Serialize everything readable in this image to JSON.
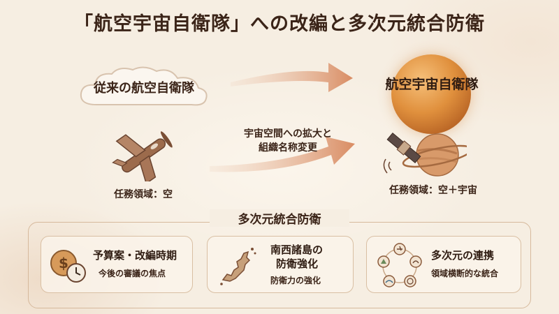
{
  "title": "「航空宇宙自衛隊」への改編と多次元統合防衛",
  "old": {
    "label": "従来の航空自衛隊",
    "domain": "任務領域：空"
  },
  "new": {
    "label": "航空宇宙自衛隊",
    "domain": "任務領域：空＋宇宙"
  },
  "transition": {
    "line1": "宇宙空間への拡大と",
    "line2": "組織名称変更"
  },
  "section": {
    "title": "多次元統合防衛",
    "cards": [
      {
        "title": "予算案・改編時期",
        "sub": "今後の審議の焦点",
        "icon": "coin-clock-icon"
      },
      {
        "title1": "南西諸島の",
        "title2": "防衛強化",
        "sub": "防衛力の強化",
        "icon": "islands-map-icon"
      },
      {
        "title": "多次元の連携",
        "sub": "領域横断的な統合",
        "icon": "network-cycle-icon"
      }
    ]
  },
  "colors": {
    "accent": "#d9946a",
    "brown": "#8a5a3b",
    "border": "#d6b99c"
  }
}
